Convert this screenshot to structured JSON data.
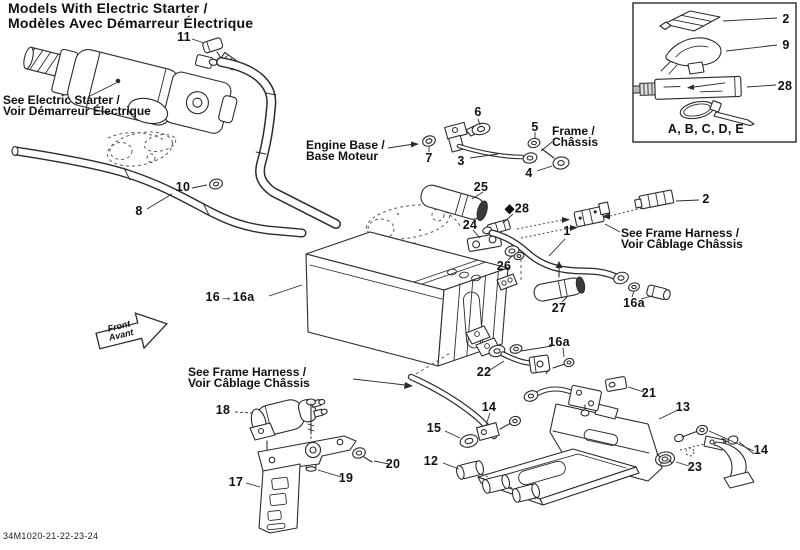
{
  "title": {
    "line1": "Models With Electric Starter /",
    "line2": "Modèles Avec Démarreur Électrique"
  },
  "notes": {
    "see_electric_starter": {
      "line1": "See Electric Starter /",
      "line2": "Voir Démarreur Électrique"
    },
    "engine_base": {
      "line1": "Engine Base /",
      "line2": "Base Moteur"
    },
    "frame": {
      "line1": "Frame /",
      "line2": "Châssis"
    },
    "see_frame_harness_right": {
      "line1": "See Frame Harness /",
      "line2": "Voir Câblage Châssis"
    },
    "see_frame_harness_left": {
      "line1": "See Frame Harness /",
      "line2": "Voir Câblage Châssis"
    }
  },
  "front_arrow": {
    "line1": "Front",
    "line2": "Avant"
  },
  "legend": {
    "item_2": "2",
    "item_9": "9",
    "item_28": "28",
    "fastener_sizes": "A, B, C, D, E"
  },
  "markers": {
    "note_diamond": "◆"
  },
  "callouts": {
    "n1": "1",
    "n2": "2",
    "n3": "3",
    "n4": "4",
    "n5": "5",
    "n6": "6",
    "n7": "7",
    "n8": "8",
    "n10": "10",
    "n11": "11",
    "n12": "12",
    "n13": "13",
    "n14_left": "14",
    "n14_right": "14",
    "n15": "15",
    "n16_range": "16→16a",
    "n16a_mid": "16a",
    "n16a_right": "16a",
    "n17": "17",
    "n18": "18",
    "n19": "19",
    "n20": "20",
    "n21": "21",
    "n22": "22",
    "n23": "23",
    "n24": "24",
    "n25": "25",
    "n26": "26",
    "n27": "27",
    "n28": "28"
  },
  "footer": {
    "doc_code": "34M1020-21-22-23-24"
  }
}
